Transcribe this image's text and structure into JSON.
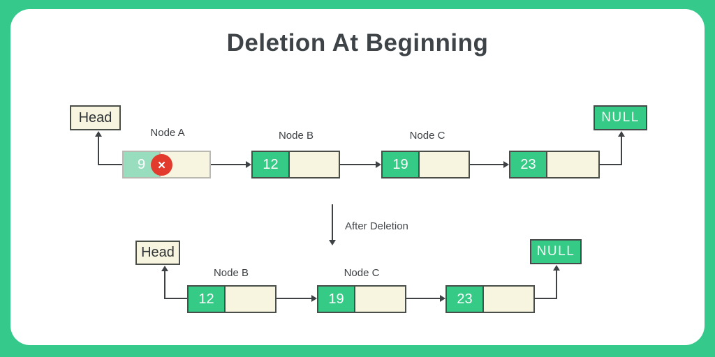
{
  "title": "Deletion At Beginning",
  "transition_label": "After Deletion",
  "delete_icon": "✕",
  "top_list": {
    "head_label": "Head",
    "null_label": "NULL",
    "node_labels": [
      "Node A",
      "Node B",
      "Node C"
    ],
    "nodes": [
      {
        "value": "9",
        "status": "deleted"
      },
      {
        "value": "12"
      },
      {
        "value": "19"
      },
      {
        "value": "23"
      }
    ]
  },
  "bottom_list": {
    "head_label": "Head",
    "null_label": "NULL",
    "node_labels": [
      "Node B",
      "Node C"
    ],
    "nodes": [
      {
        "value": "12"
      },
      {
        "value": "19"
      },
      {
        "value": "23"
      }
    ]
  },
  "colors": {
    "background_green": "#35c98c",
    "card_white": "#ffffff",
    "node_green": "#35ca85",
    "node_green_faded": "#98debe",
    "cell_cream": "#f7f5e0",
    "delete_red": "#e23a2d",
    "line_dark": "#3f4245",
    "title_text": "#3e4347"
  }
}
